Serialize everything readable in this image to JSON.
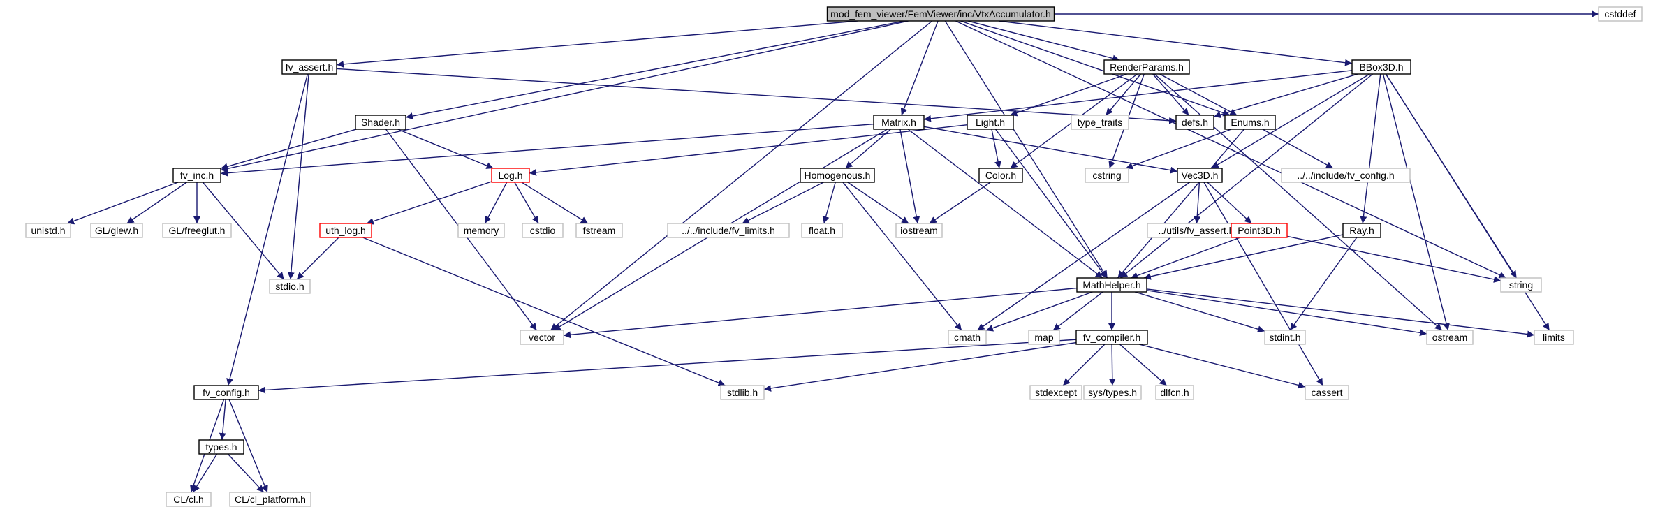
{
  "colors": {
    "edge": "#191970",
    "border_documented": "#000000",
    "border_system": "#bfbfbf",
    "border_truncated": "#ff0000",
    "fill_root": "#bfbfbf",
    "fill_default": "#ffffff"
  },
  "nodes": [
    {
      "id": "root",
      "label": "mod_fem_viewer/FemViewer/inc/VtxAccumulator.h",
      "kind": "root"
    },
    {
      "id": "fv_assert",
      "label": "fv_assert.h",
      "kind": "documented"
    },
    {
      "id": "shader",
      "label": "Shader.h",
      "kind": "documented"
    },
    {
      "id": "renderparams",
      "label": "RenderParams.h",
      "kind": "documented"
    },
    {
      "id": "bbox3d",
      "label": "BBox3D.h",
      "kind": "documented"
    },
    {
      "id": "cstddef",
      "label": "cstddef",
      "kind": "system"
    },
    {
      "id": "matrix",
      "label": "Matrix.h",
      "kind": "documented"
    },
    {
      "id": "light",
      "label": "Light.h",
      "kind": "documented"
    },
    {
      "id": "type_traits",
      "label": "type_traits",
      "kind": "system"
    },
    {
      "id": "defs",
      "label": "defs.h",
      "kind": "documented"
    },
    {
      "id": "enums",
      "label": "Enums.h",
      "kind": "documented"
    },
    {
      "id": "fv_inc",
      "label": "fv_inc.h",
      "kind": "documented"
    },
    {
      "id": "log",
      "label": "Log.h",
      "kind": "truncated"
    },
    {
      "id": "homogenous",
      "label": "Homogenous.h",
      "kind": "documented"
    },
    {
      "id": "color",
      "label": "Color.h",
      "kind": "documented"
    },
    {
      "id": "cstring",
      "label": "cstring",
      "kind": "system"
    },
    {
      "id": "vec3d",
      "label": "Vec3D.h",
      "kind": "documented"
    },
    {
      "id": "fv_config_inc",
      "label": "../../include/fv_config.h",
      "kind": "system"
    },
    {
      "id": "unistd",
      "label": "unistd.h",
      "kind": "system"
    },
    {
      "id": "glew",
      "label": "GL/glew.h",
      "kind": "system"
    },
    {
      "id": "freeglut",
      "label": "GL/freeglut.h",
      "kind": "system"
    },
    {
      "id": "uth_log",
      "label": "uth_log.h",
      "kind": "truncated"
    },
    {
      "id": "memory",
      "label": "memory",
      "kind": "system"
    },
    {
      "id": "cstdio",
      "label": "cstdio",
      "kind": "system"
    },
    {
      "id": "fstream",
      "label": "fstream",
      "kind": "system"
    },
    {
      "id": "fv_limits",
      "label": "../../include/fv_limits.h",
      "kind": "system"
    },
    {
      "id": "float",
      "label": "float.h",
      "kind": "system"
    },
    {
      "id": "iostream",
      "label": "iostream",
      "kind": "system"
    },
    {
      "id": "utils_fv_assert",
      "label": "../utils/fv_assert.h",
      "kind": "system"
    },
    {
      "id": "point3d",
      "label": "Point3D.h",
      "kind": "truncated"
    },
    {
      "id": "ray",
      "label": "Ray.h",
      "kind": "documented"
    },
    {
      "id": "string",
      "label": "string",
      "kind": "system"
    },
    {
      "id": "stdio",
      "label": "stdio.h",
      "kind": "system"
    },
    {
      "id": "mathhelper",
      "label": "MathHelper.h",
      "kind": "documented"
    },
    {
      "id": "vector",
      "label": "vector",
      "kind": "system"
    },
    {
      "id": "cmath",
      "label": "cmath",
      "kind": "system"
    },
    {
      "id": "map",
      "label": "map",
      "kind": "system"
    },
    {
      "id": "fv_compiler",
      "label": "fv_compiler.h",
      "kind": "documented"
    },
    {
      "id": "stdint",
      "label": "stdint.h",
      "kind": "system"
    },
    {
      "id": "ostream",
      "label": "ostream",
      "kind": "system"
    },
    {
      "id": "limits",
      "label": "limits",
      "kind": "system"
    },
    {
      "id": "fv_config",
      "label": "fv_config.h",
      "kind": "documented"
    },
    {
      "id": "stdlib",
      "label": "stdlib.h",
      "kind": "system"
    },
    {
      "id": "stdexcept",
      "label": "stdexcept",
      "kind": "system"
    },
    {
      "id": "sys_types",
      "label": "sys/types.h",
      "kind": "system"
    },
    {
      "id": "dlfcn",
      "label": "dlfcn.h",
      "kind": "system"
    },
    {
      "id": "cassert",
      "label": "cassert",
      "kind": "system"
    },
    {
      "id": "types",
      "label": "types.h",
      "kind": "documented"
    },
    {
      "id": "cl",
      "label": "CL/cl.h",
      "kind": "system"
    },
    {
      "id": "cl_platform",
      "label": "CL/cl_platform.h",
      "kind": "system"
    }
  ],
  "edges": [
    [
      "root",
      "fv_assert"
    ],
    [
      "root",
      "shader"
    ],
    [
      "root",
      "renderparams"
    ],
    [
      "root",
      "bbox3d"
    ],
    [
      "root",
      "cstddef"
    ],
    [
      "root",
      "matrix"
    ],
    [
      "root",
      "enums"
    ],
    [
      "root",
      "fv_inc"
    ],
    [
      "root",
      "vector"
    ],
    [
      "root",
      "mathhelper"
    ],
    [
      "root",
      "string"
    ],
    [
      "fv_assert",
      "stdio"
    ],
    [
      "fv_assert",
      "fv_config"
    ],
    [
      "fv_assert",
      "defs"
    ],
    [
      "shader",
      "fv_inc"
    ],
    [
      "shader",
      "log"
    ],
    [
      "shader",
      "vector"
    ],
    [
      "renderparams",
      "light"
    ],
    [
      "renderparams",
      "type_traits"
    ],
    [
      "renderparams",
      "defs"
    ],
    [
      "renderparams",
      "enums"
    ],
    [
      "renderparams",
      "color"
    ],
    [
      "renderparams",
      "cstring"
    ],
    [
      "renderparams",
      "ostream"
    ],
    [
      "bbox3d",
      "defs"
    ],
    [
      "bbox3d",
      "matrix"
    ],
    [
      "bbox3d",
      "vec3d"
    ],
    [
      "bbox3d",
      "ray"
    ],
    [
      "bbox3d",
      "mathhelper"
    ],
    [
      "bbox3d",
      "string"
    ],
    [
      "bbox3d",
      "ostream"
    ],
    [
      "bbox3d",
      "limits"
    ],
    [
      "matrix",
      "fv_inc"
    ],
    [
      "matrix",
      "homogenous"
    ],
    [
      "matrix",
      "vec3d"
    ],
    [
      "matrix",
      "iostream"
    ],
    [
      "matrix",
      "mathhelper"
    ],
    [
      "matrix",
      "vector"
    ],
    [
      "light",
      "log"
    ],
    [
      "light",
      "color"
    ],
    [
      "light",
      "mathhelper"
    ],
    [
      "enums",
      "cstring"
    ],
    [
      "enums",
      "fv_config_inc"
    ],
    [
      "enums",
      "mathhelper"
    ],
    [
      "fv_inc",
      "unistd"
    ],
    [
      "fv_inc",
      "glew"
    ],
    [
      "fv_inc",
      "freeglut"
    ],
    [
      "fv_inc",
      "stdio"
    ],
    [
      "log",
      "uth_log"
    ],
    [
      "log",
      "memory"
    ],
    [
      "log",
      "cstdio"
    ],
    [
      "log",
      "fstream"
    ],
    [
      "homogenous",
      "fv_limits"
    ],
    [
      "homogenous",
      "float"
    ],
    [
      "homogenous",
      "iostream"
    ],
    [
      "homogenous",
      "cmath"
    ],
    [
      "color",
      "iostream"
    ],
    [
      "vec3d",
      "utils_fv_assert"
    ],
    [
      "vec3d",
      "point3d"
    ],
    [
      "vec3d",
      "cmath"
    ],
    [
      "vec3d",
      "cassert"
    ],
    [
      "point3d",
      "mathhelper"
    ],
    [
      "point3d",
      "string"
    ],
    [
      "ray",
      "mathhelper"
    ],
    [
      "ray",
      "stdint"
    ],
    [
      "uth_log",
      "stdio"
    ],
    [
      "uth_log",
      "stdlib"
    ],
    [
      "mathhelper",
      "vector"
    ],
    [
      "mathhelper",
      "cmath"
    ],
    [
      "mathhelper",
      "map"
    ],
    [
      "mathhelper",
      "fv_compiler"
    ],
    [
      "mathhelper",
      "stdint"
    ],
    [
      "mathhelper",
      "ostream"
    ],
    [
      "mathhelper",
      "limits"
    ],
    [
      "fv_compiler",
      "fv_config"
    ],
    [
      "fv_compiler",
      "stdlib"
    ],
    [
      "fv_compiler",
      "stdexcept"
    ],
    [
      "fv_compiler",
      "sys_types"
    ],
    [
      "fv_compiler",
      "dlfcn"
    ],
    [
      "fv_compiler",
      "cassert"
    ],
    [
      "fv_config",
      "types"
    ],
    [
      "fv_config",
      "cl"
    ],
    [
      "fv_config",
      "cl_platform"
    ],
    [
      "types",
      "cl"
    ],
    [
      "types",
      "cl_platform"
    ]
  ]
}
